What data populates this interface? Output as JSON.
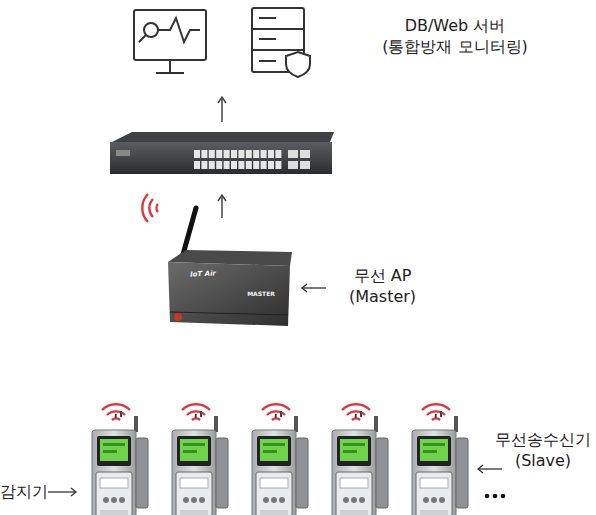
{
  "diagram": {
    "nodes": [
      {
        "text": [
          "DB/Web 서버 (통합방재 모니터링)"
        ]
      },
      {
        "text": [
          "무선 AP (Master)"
        ]
      }
    ],
    "labels": [
      "IoT Air",
      "MASTER",
      "감지기",
      "무선송수신기 (Slave)"
    ]
  }
}
